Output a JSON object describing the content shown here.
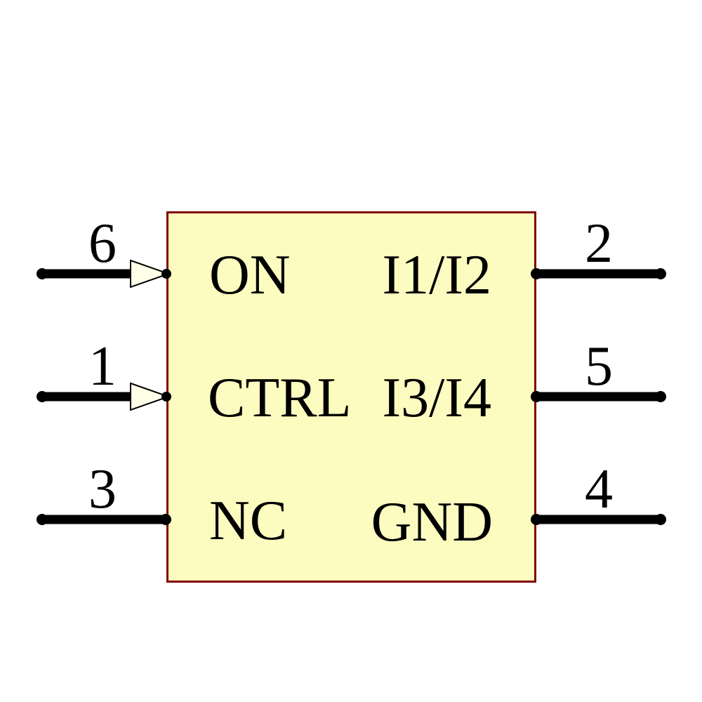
{
  "component": {
    "kind": "schematic-symbol",
    "body_fill": "#fcfcc0",
    "body_border": "#800000",
    "wire_color": "#000000",
    "arrow_fill": "#ffffe8",
    "text_color": "#000000",
    "pins": {
      "left": [
        {
          "number": "6",
          "label": "ON",
          "has_input_arrow": true
        },
        {
          "number": "1",
          "label": "CTRL",
          "has_input_arrow": true
        },
        {
          "number": "3",
          "label": "NC",
          "has_input_arrow": false
        }
      ],
      "right": [
        {
          "number": "2",
          "label": "I1/I2"
        },
        {
          "number": "5",
          "label": "I3/I4"
        },
        {
          "number": "4",
          "label": "GND"
        }
      ]
    }
  }
}
